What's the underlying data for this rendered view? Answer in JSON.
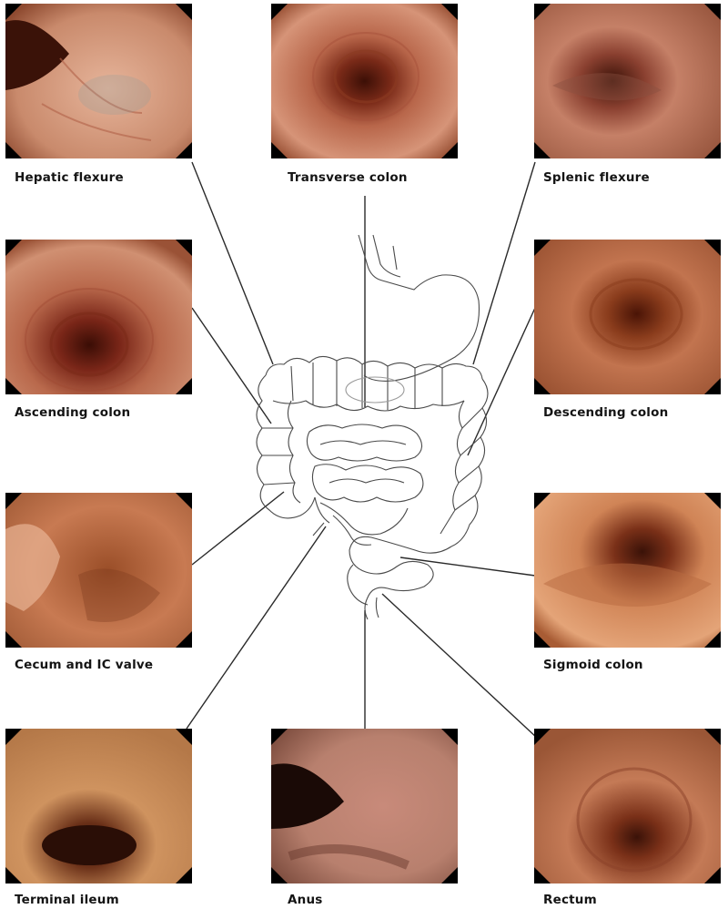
{
  "figure": {
    "background": "#ffffff",
    "line_color": "#2a2a2a",
    "panels": [
      {
        "key": "hepatic_flexure",
        "label": "Hepatic flexure",
        "tone": "#c98a6c",
        "lumen": "#3a1208"
      },
      {
        "key": "transverse_colon",
        "label": "Transverse colon",
        "tone": "#b8664a",
        "lumen": "#3c0f06"
      },
      {
        "key": "splenic_flexure",
        "label": "Splenic flexure",
        "tone": "#c58067",
        "lumen": "#3a1208"
      },
      {
        "key": "ascending_colon",
        "label": "Ascending colon",
        "tone": "#b9694c",
        "lumen": "#3a0d05"
      },
      {
        "key": "descending_colon",
        "label": "Descending colon",
        "tone": "#c2744f",
        "lumen": "#4a1406"
      },
      {
        "key": "cecum_ic_valve",
        "label": "Cecum and IC valve",
        "tone": "#c87a52",
        "lumen": "#7a3a1e"
      },
      {
        "key": "sigmoid_colon",
        "label": "Sigmoid colon",
        "tone": "#d08456",
        "lumen": "#3a1208"
      },
      {
        "key": "terminal_ileum",
        "label": "Terminal ileum",
        "tone": "#cf935f",
        "lumen": "#2a0e06"
      },
      {
        "key": "anus",
        "label": "Anus",
        "tone": "#b8806e",
        "lumen": "#1a0a06"
      },
      {
        "key": "rectum",
        "label": "Rectum",
        "tone": "#c47a56",
        "lumen": "#3a1208"
      }
    ]
  }
}
